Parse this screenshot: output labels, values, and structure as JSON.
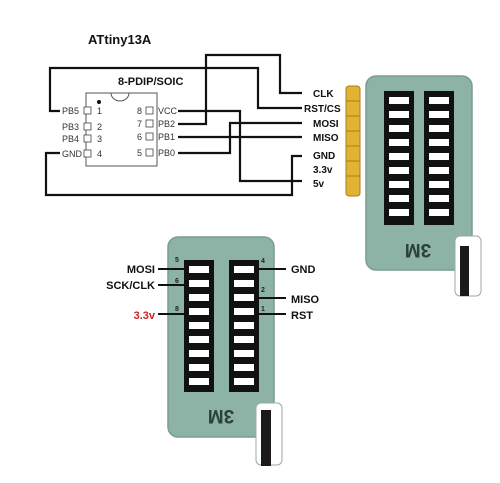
{
  "title": "ATtiny13A",
  "package_label": "8-PDIP/SOIC",
  "chip": {
    "left_pins": [
      {
        "name": "PB5",
        "num": "1"
      },
      {
        "name": "PB3",
        "num": "2"
      },
      {
        "name": "PB4",
        "num": "3"
      },
      {
        "name": "GND",
        "num": "4"
      }
    ],
    "right_pins": [
      {
        "name": "VCC",
        "num": "8"
      },
      {
        "name": "PB2",
        "num": "7"
      },
      {
        "name": "PB1",
        "num": "6"
      },
      {
        "name": "PB0",
        "num": "5"
      }
    ]
  },
  "connector_labels": [
    "CLK",
    "RST/CS",
    "MOSI",
    "MISO",
    "GND",
    "3.3v",
    "5v"
  ],
  "socket_brand": "3M",
  "bottom_socket": {
    "left_labels": [
      {
        "text": "MOSI",
        "num": "5"
      },
      {
        "text": "SCK/CLK",
        "num": "6"
      },
      {
        "text": "3.3v",
        "num": "8"
      }
    ],
    "right_labels": [
      {
        "text": "GND",
        "num": "4"
      },
      {
        "text": "MISO",
        "num": "2"
      },
      {
        "text": "RST",
        "num": "1"
      }
    ]
  },
  "colors": {
    "socket_fill": "#8db3a6",
    "socket_edge": "#7a9c91",
    "header_gold": "#e3b133",
    "warning_red": "#cc1f1f",
    "wire": "#111111"
  }
}
